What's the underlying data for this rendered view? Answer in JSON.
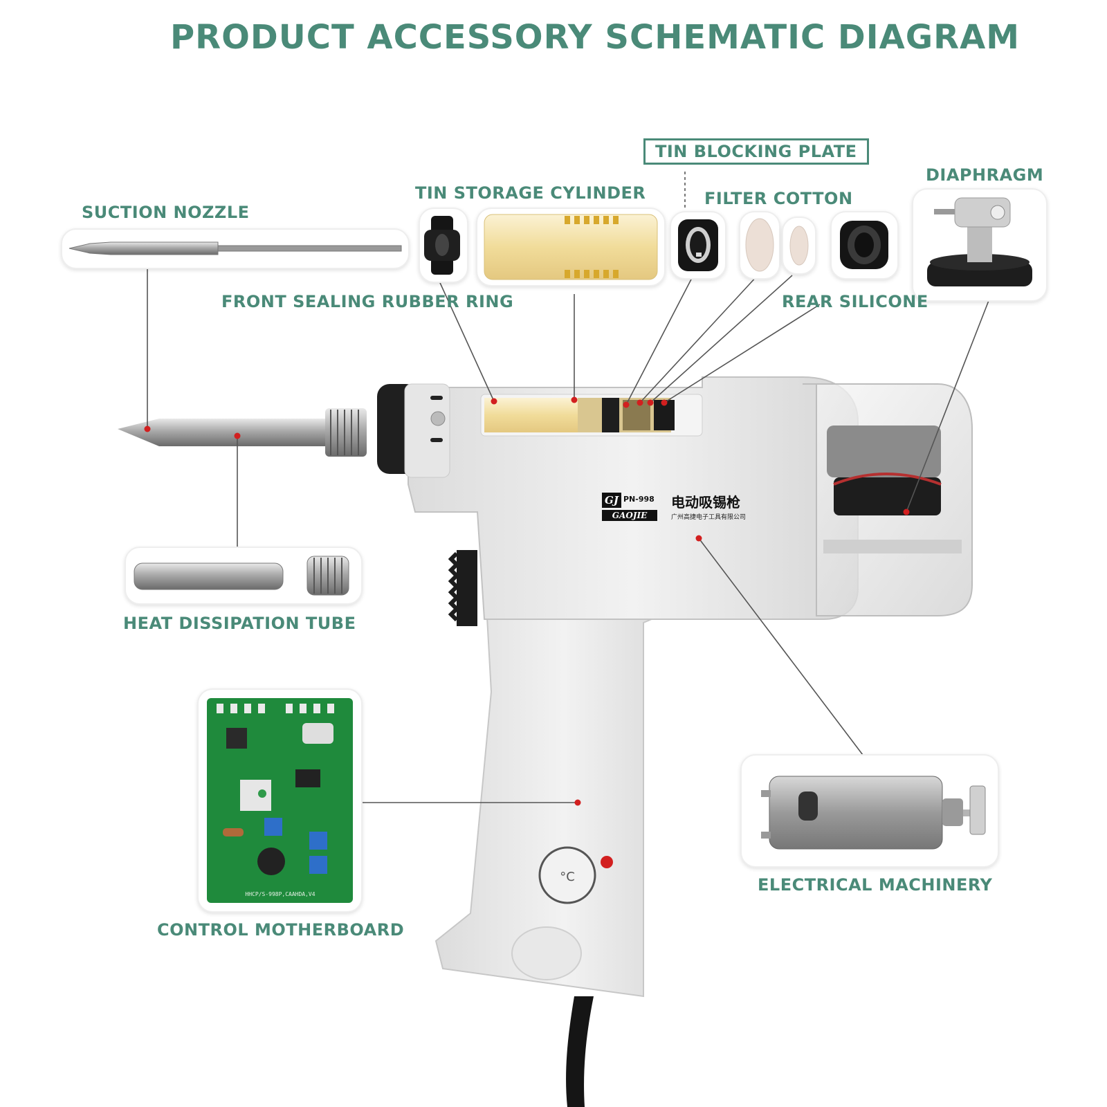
{
  "title": "PRODUCT ACCESSORY SCHEMATIC DIAGRAM",
  "labels": {
    "suction_nozzle": "SUCTION NOZZLE",
    "tin_storage_cylinder": "TIN STORAGE CYLINDER",
    "tin_blocking_plate": "TIN BLOCKING PLATE",
    "filter_cotton": "FILTER COTTON",
    "diaphragm": "DIAPHRAGM",
    "front_sealing_rubber_ring": "FRONT SEALING RUBBER RING",
    "rear_silicone": "REAR SILICONE",
    "heat_dissipation_tube": "HEAT DISSIPATION TUBE",
    "control_motherboard": "CONTROL MOTHERBOARD",
    "electrical_machinery": "ELECTRICAL MACHINERY"
  },
  "product_badge": {
    "brand_mark": "GJ",
    "model": "PN-998",
    "brand_name": "GAOJIE",
    "name_cn": "电动吸锡枪",
    "company_cn": "广州高捷电子工具有限公司"
  },
  "board_marking": "HHCP/S-998P,CAAHDA,V4",
  "colors": {
    "label_green": "#4a8a78",
    "body_gray": "#ececec",
    "leader_line": "#555555",
    "marker_red": "#d21f1f",
    "pcb_green": "#1f8a3c"
  }
}
